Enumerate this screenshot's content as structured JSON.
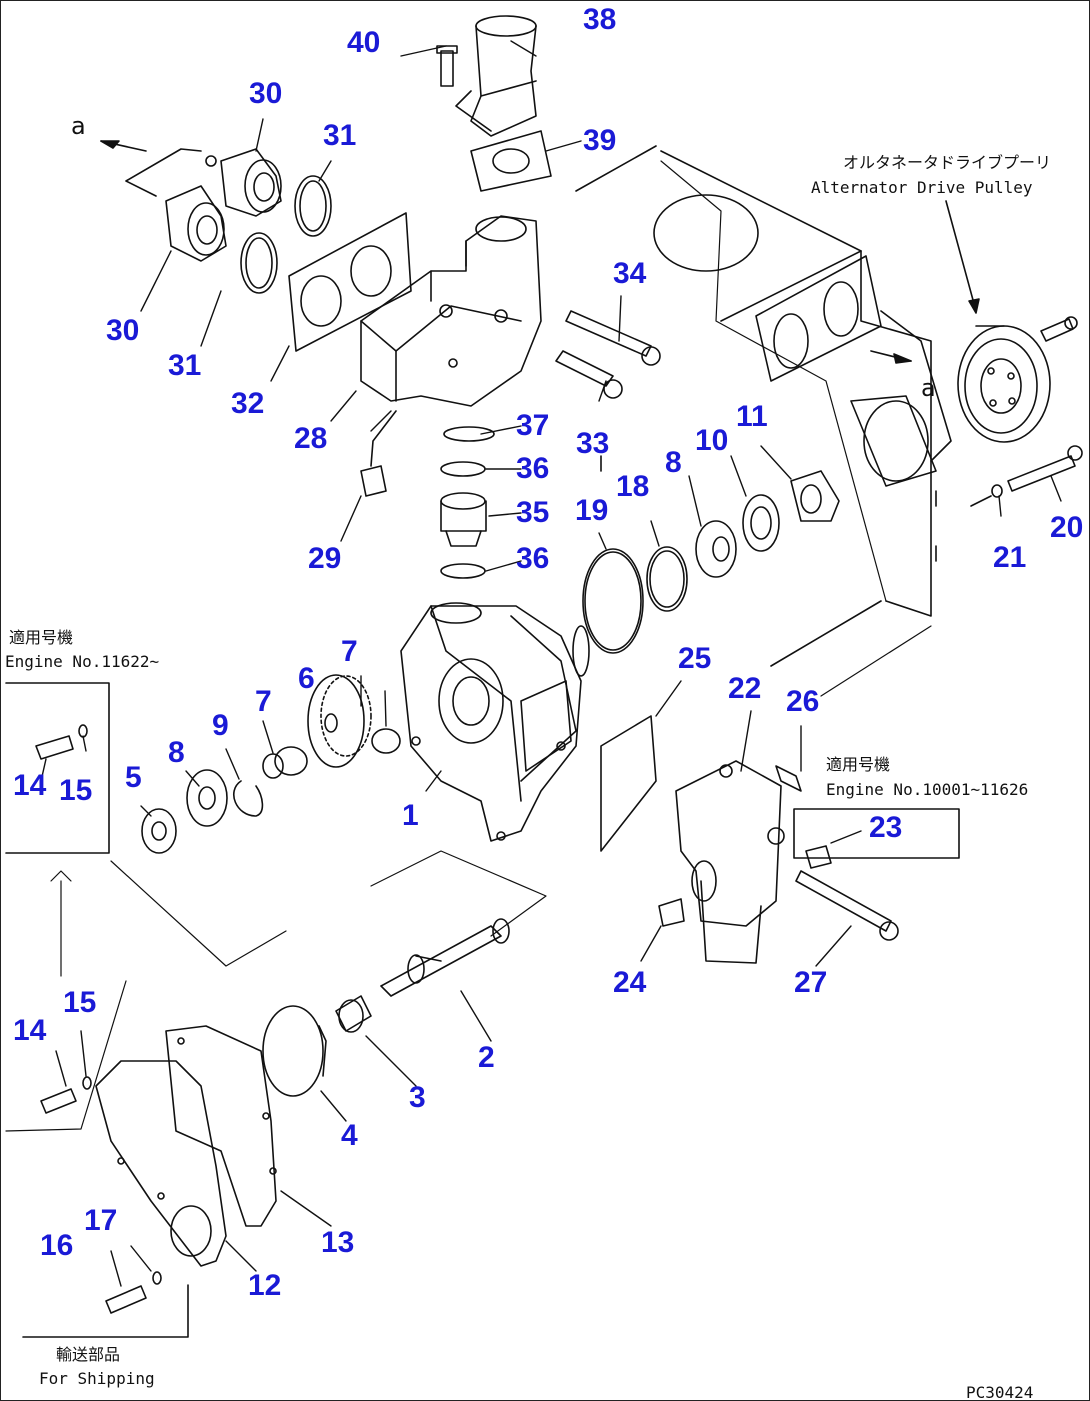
{
  "diagram_code": "PC30424",
  "view_reference": "a",
  "callouts": {
    "p1": "1",
    "p2": "2",
    "p3": "3",
    "p4": "4",
    "p5": "5",
    "p6": "6",
    "p7": "7",
    "p8": "8",
    "p9": "9",
    "p10": "10",
    "p11": "11",
    "p12": "12",
    "p13": "13",
    "p14": "14",
    "p15": "15",
    "p16": "16",
    "p17": "17",
    "p18": "18",
    "p19": "19",
    "p20": "20",
    "p21": "21",
    "p22": "22",
    "p23": "23",
    "p24": "24",
    "p25": "25",
    "p26": "26",
    "p27": "27",
    "p28": "28",
    "p29": "29",
    "p30": "30",
    "p31": "31",
    "p32": "32",
    "p33": "33",
    "p34": "34",
    "p35": "35",
    "p36": "36",
    "p37": "37",
    "p38": "38",
    "p39": "39",
    "p40": "40"
  },
  "notes": {
    "alternator_jp": "オルタネータドライブプーリ",
    "alternator_en": "Alternator Drive Pulley",
    "engine_upper_jp": "適用号機",
    "engine_upper_en": "Engine No.11622~",
    "engine_right_jp": "適用号機",
    "engine_right_en": "Engine No.10001~11626",
    "shipping_jp": "輸送部品",
    "shipping_en": "For Shipping"
  }
}
